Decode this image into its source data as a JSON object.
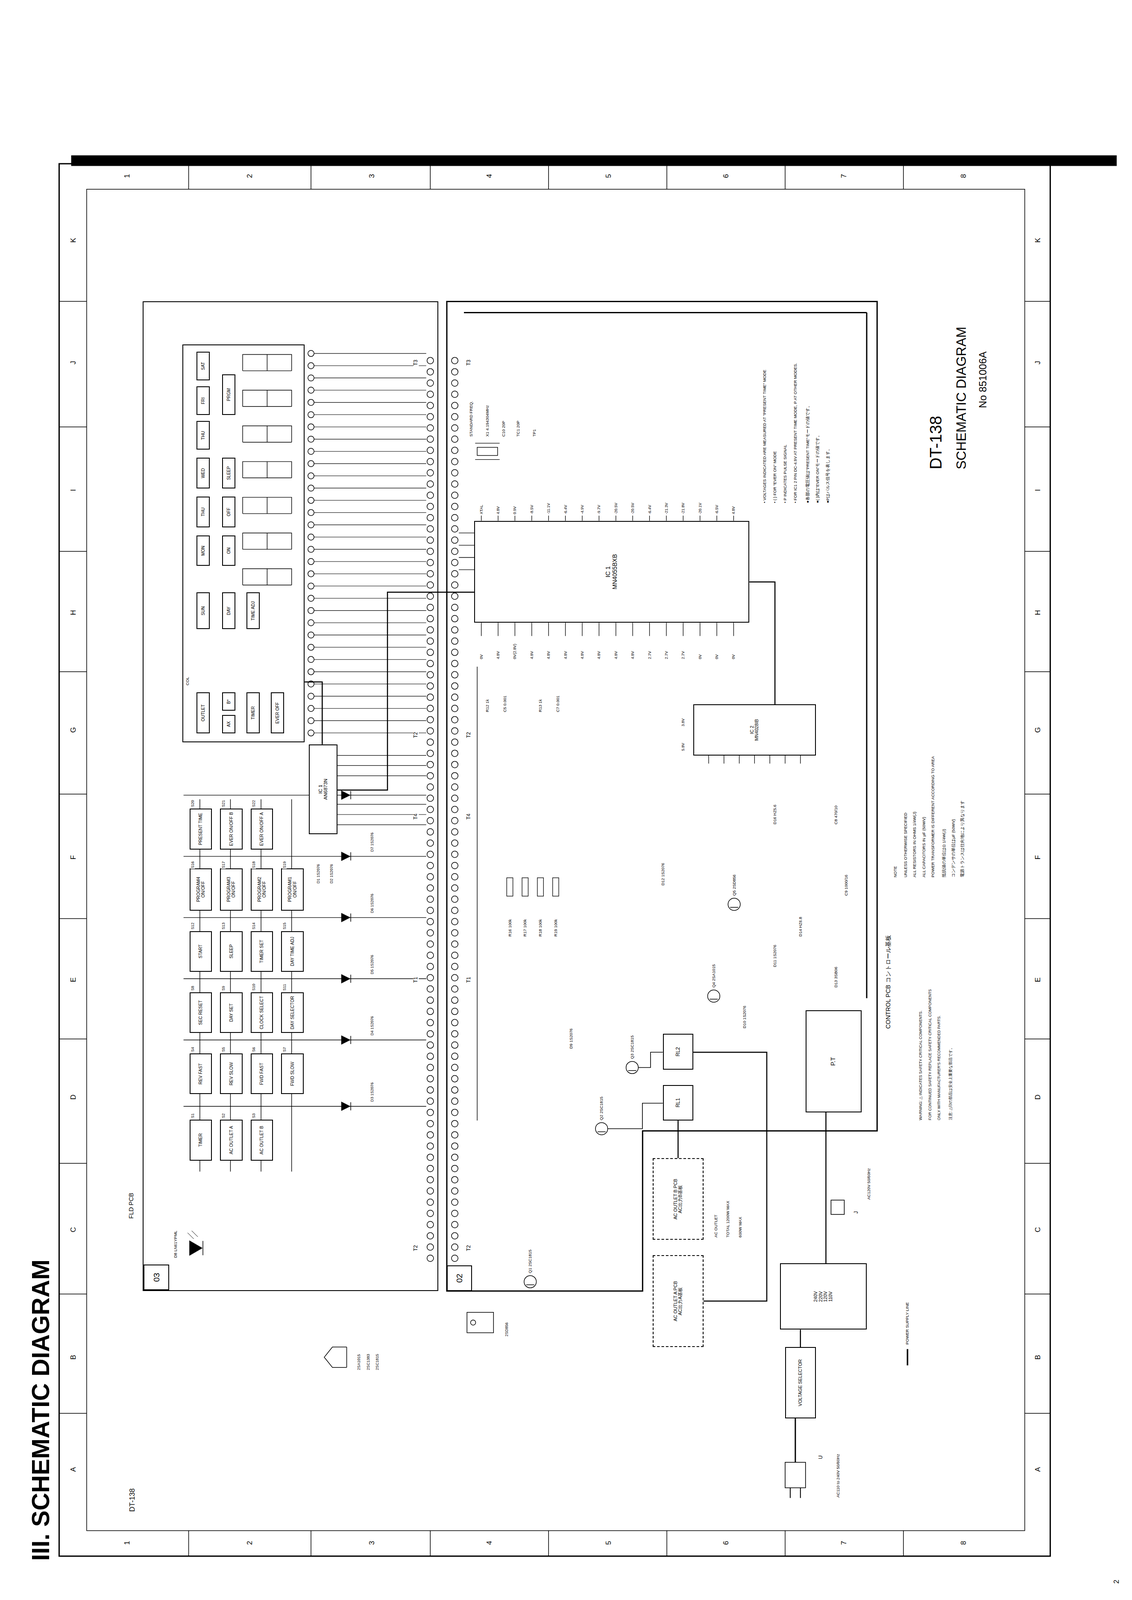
{
  "diagram": {
    "title": "III. SCHEMATIC DIAGRAM",
    "nodes": [
      {
        "text": [
          "FLD PCB"
        ]
      },
      {
        "text": [
          "03"
        ],
        "in": 0
      },
      {
        "text": [
          "COL"
        ],
        "in": 0
      },
      {
        "text": [
          "OUTLET"
        ],
        "in": 2
      },
      {
        "text": [
          "AX"
        ],
        "in": 2
      },
      {
        "text": [
          "B*"
        ],
        "in": 2
      },
      {
        "text": [
          "TIMER"
        ],
        "in": 2
      },
      {
        "text": [
          "EVER OFF"
        ],
        "in": 2
      },
      {
        "text": [
          "SUN"
        ],
        "in": 2
      },
      {
        "text": [
          "DAY"
        ],
        "in": 2
      },
      {
        "text": [
          "TIME ADJ"
        ],
        "in": 2
      },
      {
        "text": [
          "MON"
        ],
        "in": 2
      },
      {
        "text": [
          "ON"
        ],
        "in": 2
      },
      {
        "text": [
          "THU"
        ],
        "in": 2
      },
      {
        "text": [
          "OFF"
        ],
        "in": 2
      },
      {
        "text": [
          "WED"
        ],
        "in": 2
      },
      {
        "text": [
          "SLEEP"
        ],
        "in": 2
      },
      {
        "text": [
          "THU"
        ],
        "in": 2
      },
      {
        "text": [
          "FRI"
        ],
        "in": 2
      },
      {
        "text": [
          "SAT"
        ],
        "in": 2
      },
      {
        "text": [
          "PRGM"
        ],
        "in": 2
      },
      {
        "text": [
          "TIMER"
        ],
        "in": 0
      },
      {
        "text": [
          "AC OUTLET A"
        ],
        "in": 0
      },
      {
        "text": [
          "AC OUTLET B"
        ],
        "in": 0
      },
      {
        "text": [
          "REV FAST"
        ],
        "in": 0
      },
      {
        "text": [
          "REV SLOW"
        ],
        "in": 0
      },
      {
        "text": [
          "FWD FAST"
        ],
        "in": 0
      },
      {
        "text": [
          "FWD SLOW"
        ],
        "in": 0
      },
      {
        "text": [
          "SEC RESET"
        ],
        "in": 0
      },
      {
        "text": [
          "DAY SET"
        ],
        "in": 0
      },
      {
        "text": [
          "CLOCK SELECT"
        ],
        "in": 0
      },
      {
        "text": [
          "DAY SELECTOR"
        ],
        "in": 0
      },
      {
        "text": [
          "START"
        ],
        "in": 0
      },
      {
        "text": [
          "SLEEP"
        ],
        "in": 0
      },
      {
        "text": [
          "TIMER SET"
        ],
        "in": 0
      },
      {
        "text": [
          "DAY TIME ADJ"
        ],
        "in": 0
      },
      {
        "text": [
          "PROGRAM4 ON/OFF"
        ],
        "in": 0
      },
      {
        "text": [
          "PROGRAM3 ON/OFF"
        ],
        "in": 0
      },
      {
        "text": [
          "PROGRAM2 ON/OFF"
        ],
        "in": 0
      },
      {
        "text": [
          "PROGRAM1 ON/OFF"
        ],
        "in": 0
      },
      {
        "text": [
          "PRESENT TIME"
        ],
        "in": 0
      },
      {
        "text": [
          "EVER ON/OFF B"
        ],
        "in": 0
      },
      {
        "text": [
          "EVER ON/OFF A"
        ],
        "in": 0
      },
      {
        "text": [
          "IC 1",
          "AN6873N"
        ],
        "in": 0
      },
      {
        "text": [
          "CONTROL PCB コントロール基板"
        ]
      },
      {
        "text": [
          "02"
        ],
        "in": 44
      },
      {
        "text": [
          "IC 1",
          "MN4055BXB"
        ],
        "in": 44
      },
      {
        "text": [
          "IC 2",
          "MN4028IB"
        ],
        "in": 44
      },
      {
        "text": [
          "RL1"
        ],
        "in": 44
      },
      {
        "text": [
          "RL2"
        ],
        "in": 44
      },
      {
        "text": [
          "P.T"
        ],
        "in": 44
      },
      {
        "text": [
          "AC OUTLET A PCB",
          "AC出力A基板"
        ]
      },
      {
        "text": [
          "AC OUTLET B PCB",
          "AC出力B基板"
        ]
      },
      {
        "text": [
          "VOLTAGE SELECTOR"
        ]
      },
      {
        "text": [
          "240V",
          "220V",
          "120V",
          "110V"
        ]
      }
    ],
    "edges": [
      {
        "from": 43,
        "to": 2,
        "arrow": "none"
      },
      {
        "from": 46,
        "to": 43,
        "arrow": "none"
      },
      {
        "from": 46,
        "to": 47,
        "arrow": "none"
      },
      {
        "from": 48,
        "to": 52,
        "arrow": "none"
      },
      {
        "from": 49,
        "to": 51,
        "arrow": "none"
      },
      {
        "from": 53,
        "to": 54,
        "arrow": "none"
      },
      {
        "from": 54,
        "to": 50,
        "arrow": "none"
      }
    ],
    "labels": [
      "A",
      "B",
      "C",
      "D",
      "E",
      "F",
      "G",
      "H",
      "I",
      "J",
      "K",
      "A",
      "B",
      "C",
      "D",
      "E",
      "F",
      "G",
      "H",
      "I",
      "J",
      "K",
      "1",
      "2",
      "3",
      "4",
      "5",
      "6",
      "7",
      "8",
      "1",
      "2",
      "3",
      "4",
      "5",
      "6",
      "7",
      "8",
      "DT-138",
      "2",
      "DT-138",
      "SCHEMATIC DIAGRAM",
      "No 851006A",
      "NOTE",
      "UNLESS OTHERWISE SPECIFIED",
      "ALL RESISTORS IN OHMS 1/4W(J)",
      "ALL CAPACITORS IN µF (50WV)",
      "POWER TRANSFORMER IS DIFFERENT ACCORDING TO AREA",
      "抵抗値の単位はΩ 1/4W(J)",
      "コンデンサの単位はμF (50WV)",
      "電源トランスは仕向地により異なります",
      "WARNING: △ INDICATES SAFETY CRITICAL COMPONENTS.",
      "FOR CONTINUED SAFETY REPLACE SAFETY CRITICAL COMPONENTS",
      "ONLY WITH MANUFACTURER'S RECOMMENDED PARTS.",
      "注意: △印の部品は安全上重要な部品です。",
      "• VOLTAGES INDICATED ARE MEASURED AT \"PRESENT TIME\" MODE",
      "• ( ) FOR \"EVER ON\" MODE",
      "• P INDICATES PULSE SIGNAL",
      "• FOR IC1 2 PIN DC-4.9V AT PRESENT TIME MODE, P AT OTHER MODES.",
      "●各部の電圧値は\"PRESENT TIME\"モードの値です。",
      "●( )内は\"EVER ON\"モードの値です。",
      "●Pはパルス信号を表します。",
      "STANDARD FREQ.",
      "X1 4.194304MHz",
      "C10 20P",
      "TC1 20P",
      "TP1",
      "T2",
      "T1",
      "T4",
      "T2",
      "T3",
      "T2",
      "T1",
      "T4",
      "T2",
      "T3",
      "D8 LN61YPML",
      "S1",
      "S2",
      "S3",
      "S4",
      "S5",
      "S6",
      "S7",
      "S8",
      "S9",
      "S10",
      "S11",
      "S12",
      "S13",
      "S14",
      "S15",
      "S16",
      "S17",
      "S18",
      "S19",
      "S20",
      "S21",
      "S22",
      "D1 1S2076",
      "D2 1S2076",
      "D3 1S2076",
      "D4 1S2076",
      "D5 1S2076",
      "D6 1S2076",
      "D7 1S2076",
      "Q1 2SC1815",
      "Q2 2SC1815",
      "Q3 2SC1815",
      "Q4 2SA1015",
      "Q5 2SD856",
      "D9 1S2076",
      "D10 1S2076",
      "D11 1S2076",
      "D12 1S2076",
      "D13 3SB06",
      "D14 HZ6.8",
      "D16 HZ5.6",
      "C9 1000/16",
      "C8 470/10",
      "R16 100k",
      "R17 100k",
      "R18 100k",
      "R19 100k",
      "R12 1k",
      "C5 0.001",
      "R13 1k",
      "C7 0.001",
      "5.8V",
      "3.8V",
      "0V",
      "4.8V",
      "0V(2.8V)",
      "4.8V",
      "4.8V",
      "4.8V",
      "4.8V",
      "4.8V",
      "4.8V",
      "4.8V",
      "2.7V",
      "2.7V",
      "2.7V",
      "0V",
      "0V",
      "0V",
      "XTAL",
      "4.8V",
      "0.9V",
      "-8.5V",
      "-11.1V",
      "-6.4V",
      "-4.9V",
      "-9.7V",
      "-20.5V",
      "-20.5V",
      "-6.4V",
      "-21.3V",
      "-21.8V",
      "-20.1V",
      "-6.5V",
      "4.8V",
      "2SA1015",
      "2SC1383",
      "2SC1815",
      "2SD856",
      "AC OUTLET",
      "TOTAL 1200W MAX",
      "600W MAX",
      "U",
      "AC110 to 240V 50/60Hz",
      "J",
      "AC120V 50/60Hz"
    ],
    "legend": [
      {
        "text": "POWER SUPPLY LINE"
      }
    ]
  }
}
